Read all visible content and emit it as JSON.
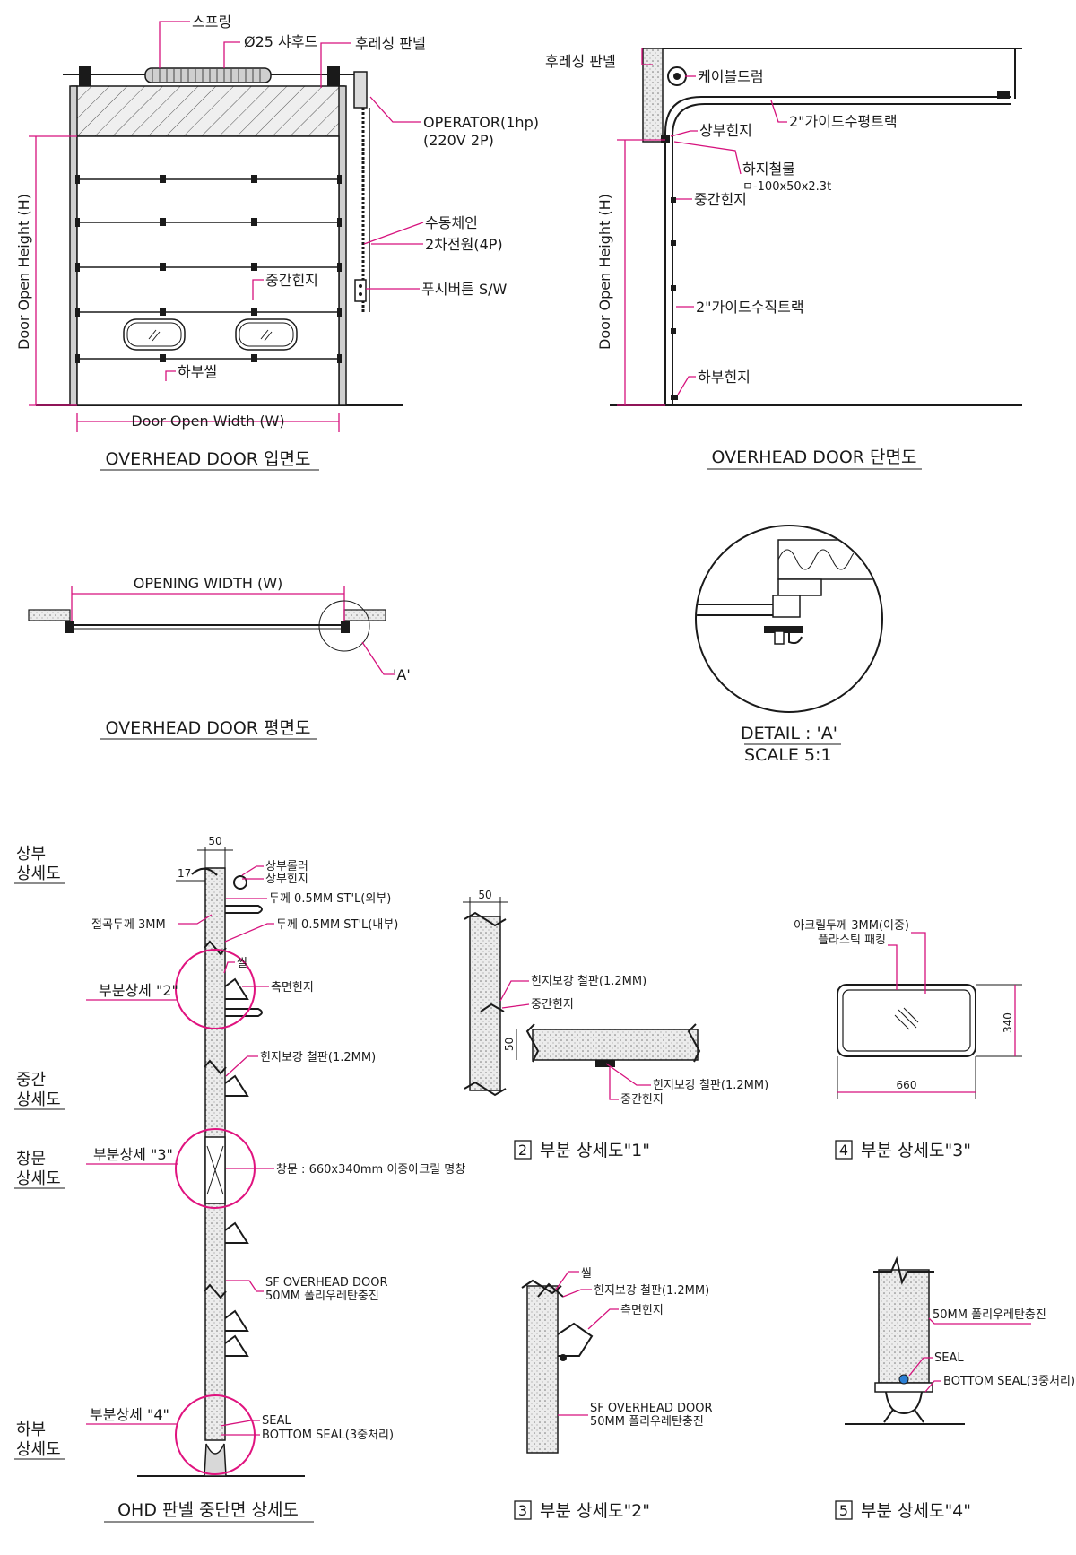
{
  "elevation": {
    "spring": "스프링",
    "shroud": "Ø25 샤후드",
    "flashing_panel": "후레싱 판넬",
    "operator_1": "OPERATOR(1hp)",
    "operator_2": "(220V 2P)",
    "manual_chain": "수동체인",
    "secondary_power": "2차전원(4P)",
    "mid_hinge": "중간힌지",
    "push_button": "푸시버튼 S/W",
    "bottom_seal": "하부씰",
    "width_label": "Door Open Width (W)",
    "height_label": "Door Open Height (H)",
    "title": "OVERHEAD DOOR 입면도"
  },
  "section": {
    "flashing_panel": "후레싱 판넬",
    "cable_drum": "케이블드럼",
    "h_track": "2\"가이드수평트랙",
    "top_hinge": "상부힌지",
    "sub_steel": "하지철물",
    "sub_steel_spec": "ㅁ-100x50x2.3t",
    "mid_hinge": "중간힌지",
    "v_track": "2\"가이드수직트랙",
    "bottom_hinge": "하부힌지",
    "height_label": "Door Open Height (H)",
    "title": "OVERHEAD DOOR 단면도"
  },
  "plan": {
    "opening_width": "OPENING WIDTH (W)",
    "detail_ref": "'A'",
    "title": "OVERHEAD DOOR 평면도"
  },
  "detail_a": {
    "title": "DETAIL : 'A'",
    "scale": "SCALE 5:1"
  },
  "panel_section": {
    "side_labels": [
      {
        "l1": "상부",
        "l2": "상세도"
      },
      {
        "l1": "중간",
        "l2": "상세도"
      },
      {
        "l1": "창문",
        "l2": "상세도"
      },
      {
        "l1": "하부",
        "l2": "상세도"
      }
    ],
    "dim_50": "50",
    "dim_17": "17",
    "top_roller": "상부롤러",
    "top_hinge": "상부힌지",
    "skin_outer": "두께 0.5MM ST'L(외부)",
    "skin_inner": "두께 0.5MM ST'L(내부)",
    "bend": "절곡두께 3MM",
    "seal": "씰",
    "partial_2": "부분상세 \"2\"",
    "side_hinge": "측면힌지",
    "hinge_plate": "힌지보강 철판(1.2MM)",
    "partial_3": "부분상세 \"3\"",
    "window": "창문 : 660x340mm 이중아크릴 명창",
    "sf_1": "SF OVERHEAD DOOR",
    "sf_2": "50MM 폴리우레탄충진",
    "partial_4": "부분상세 \"4\"",
    "seal_en": "SEAL",
    "bottom_seal": "BOTTOM SEAL(3중처리)",
    "title": "OHD 판넬 중단면 상세도"
  },
  "detail1": {
    "dim_50_top": "50",
    "dim_50_side": "50",
    "hinge_plate": "힌지보강 철판(1.2MM)",
    "mid_hinge": "중간힌지",
    "hinge_plate_2": "힌지보강 철판(1.2MM)",
    "mid_hinge_2": "중간힌지",
    "num": "2",
    "title": "부분 상세도\"1\""
  },
  "detail2": {
    "seal": "씰",
    "hinge_plate": "힌지보강 철판(1.2MM)",
    "side_hinge": "측면힌지",
    "sf_1": "SF OVERHEAD DOOR",
    "sf_2": "50MM 폴리우레탄충진",
    "num": "3",
    "title": "부분 상세도\"2\""
  },
  "detail3": {
    "acrylic": "아크릴두께 3MM(이중)",
    "packing": "플라스틱 패킹",
    "dim_340": "340",
    "dim_660": "660",
    "num": "4",
    "title": "부분 상세도\"3\""
  },
  "detail4": {
    "foam": "50MM 폴리우레탄충진",
    "seal": "SEAL",
    "bottom_seal": "BOTTOM SEAL(3중처리)",
    "num": "5",
    "title": "부분 상세도\"4\""
  }
}
